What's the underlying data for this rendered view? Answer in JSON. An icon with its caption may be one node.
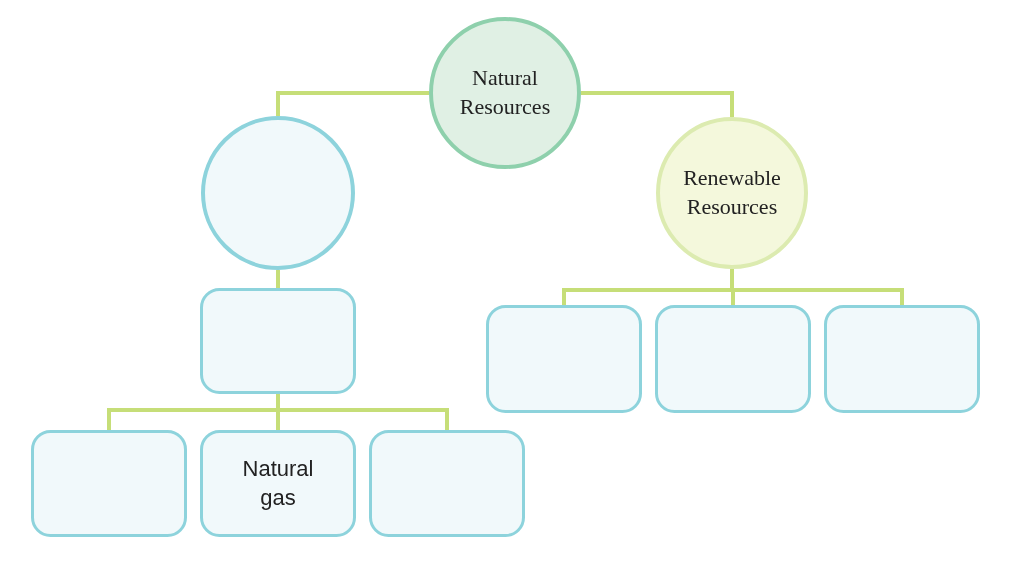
{
  "diagram": {
    "nodes": [
      {
        "text": [
          "Natural Resources"
        ]
      },
      {
        "text": [],
        "shape": "circle"
      },
      {
        "text": [
          "Renewable Resources"
        ]
      },
      {
        "text": [],
        "shape": "box"
      },
      {
        "text": [],
        "shape": "box"
      },
      {
        "text": [
          "Natural gas"
        ]
      },
      {
        "text": [],
        "shape": "box"
      },
      {
        "text": [],
        "shape": "box"
      },
      {
        "text": [],
        "shape": "box"
      },
      {
        "text": [],
        "shape": "box"
      }
    ],
    "edges": [
      {
        "from": 0,
        "to": 1,
        "arrow": "none"
      },
      {
        "from": 0,
        "to": 2,
        "arrow": "none"
      },
      {
        "from": 1,
        "to": 3,
        "arrow": "none"
      },
      {
        "from": 3,
        "to": 4,
        "arrow": "none"
      },
      {
        "from": 3,
        "to": 5,
        "arrow": "none"
      },
      {
        "from": 3,
        "to": 6,
        "arrow": "none"
      },
      {
        "from": 2,
        "to": 7,
        "arrow": "none"
      },
      {
        "from": 2,
        "to": 8,
        "arrow": "none"
      },
      {
        "from": 2,
        "to": 9,
        "arrow": "none"
      }
    ]
  }
}
